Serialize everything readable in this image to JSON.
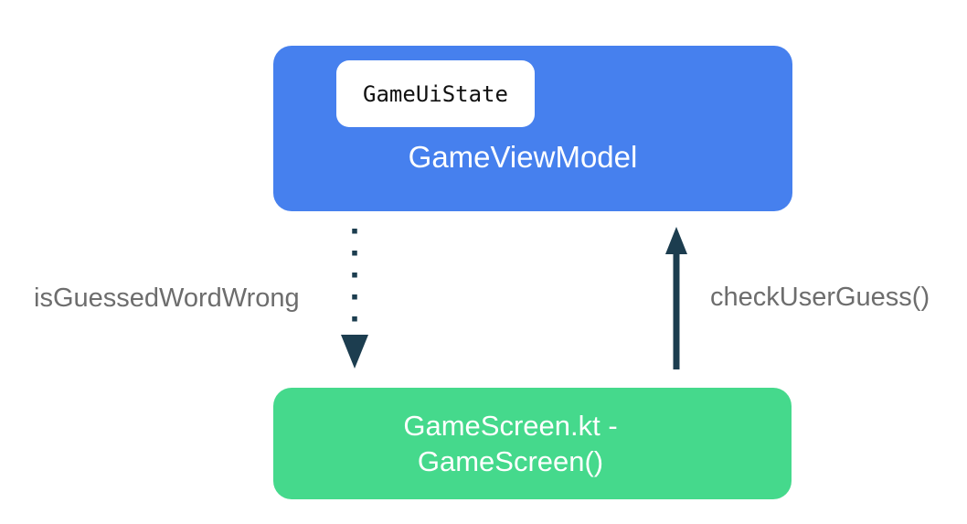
{
  "diagram": {
    "viewmodel_box": {
      "label": "GameViewModel",
      "state_chip": "GameUiState"
    },
    "screen_box": {
      "label_line1": "GameScreen.kt -",
      "label_line2": "GameScreen()"
    },
    "flows": {
      "down_dotted": {
        "label": "isGuessedWordWrong",
        "style": "dotted",
        "direction": "viewmodel-to-screen"
      },
      "up_solid": {
        "label": "checkUserGuess()",
        "style": "solid",
        "direction": "screen-to-viewmodel"
      }
    }
  },
  "colors": {
    "viewmodel_blue": "#4680ee",
    "screen_green": "#45d98c",
    "arrow_dark": "#1c3d4f",
    "label_gray": "#6d6d6d",
    "chip_bg": "#ffffff",
    "chip_text": "#111111",
    "box_text": "#ffffff",
    "background": "#ffffff"
  }
}
